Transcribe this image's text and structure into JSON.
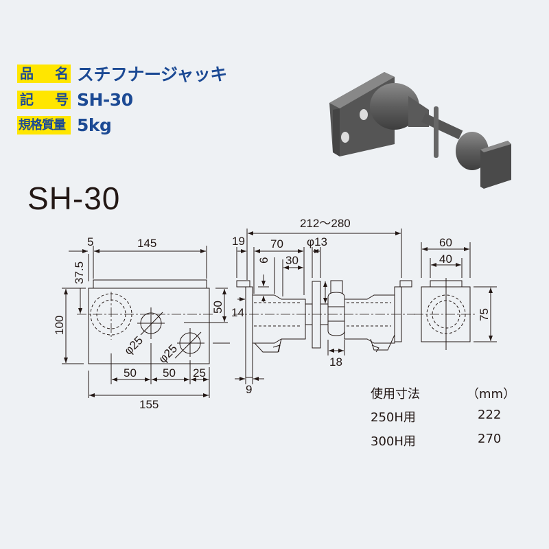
{
  "spec": {
    "name_label": [
      "品",
      "名"
    ],
    "name_value": "スチフナージャッキ",
    "code_label": [
      "記",
      "号"
    ],
    "code_value": "SH-30",
    "weight_label": "規格質量",
    "weight_value": "5kg"
  },
  "model_title": "SH-30",
  "front_view": {
    "dim_5": "5",
    "dim_145": "145",
    "dim_37_5": "37.5",
    "dim_100": "100",
    "dim_50_right": "50",
    "hole1": "φ25",
    "hole2": "φ25",
    "dim_50_a": "50",
    "dim_50_b": "50",
    "dim_25": "25",
    "dim_155": "155"
  },
  "side_view": {
    "dim_total": "212〜280",
    "dim_19": "19",
    "dim_70": "70",
    "dim_phi13": "φ13",
    "dim_30": "30",
    "dim_6": "6",
    "dim_14": "14",
    "dim_18": "18",
    "dim_9": "9"
  },
  "end_view": {
    "dim_60": "60",
    "dim_40": "40",
    "dim_75": "75"
  },
  "usage_table": {
    "header_label": "使用寸法",
    "header_unit": "（mm）",
    "rows": [
      {
        "label": "250H用",
        "value": "222"
      },
      {
        "label": "300H用",
        "value": "270"
      }
    ]
  },
  "colors": {
    "label_bg": "#ffe600",
    "label_text": "#1c4a94",
    "drawing": "#231815",
    "background": "#eef1f4"
  }
}
